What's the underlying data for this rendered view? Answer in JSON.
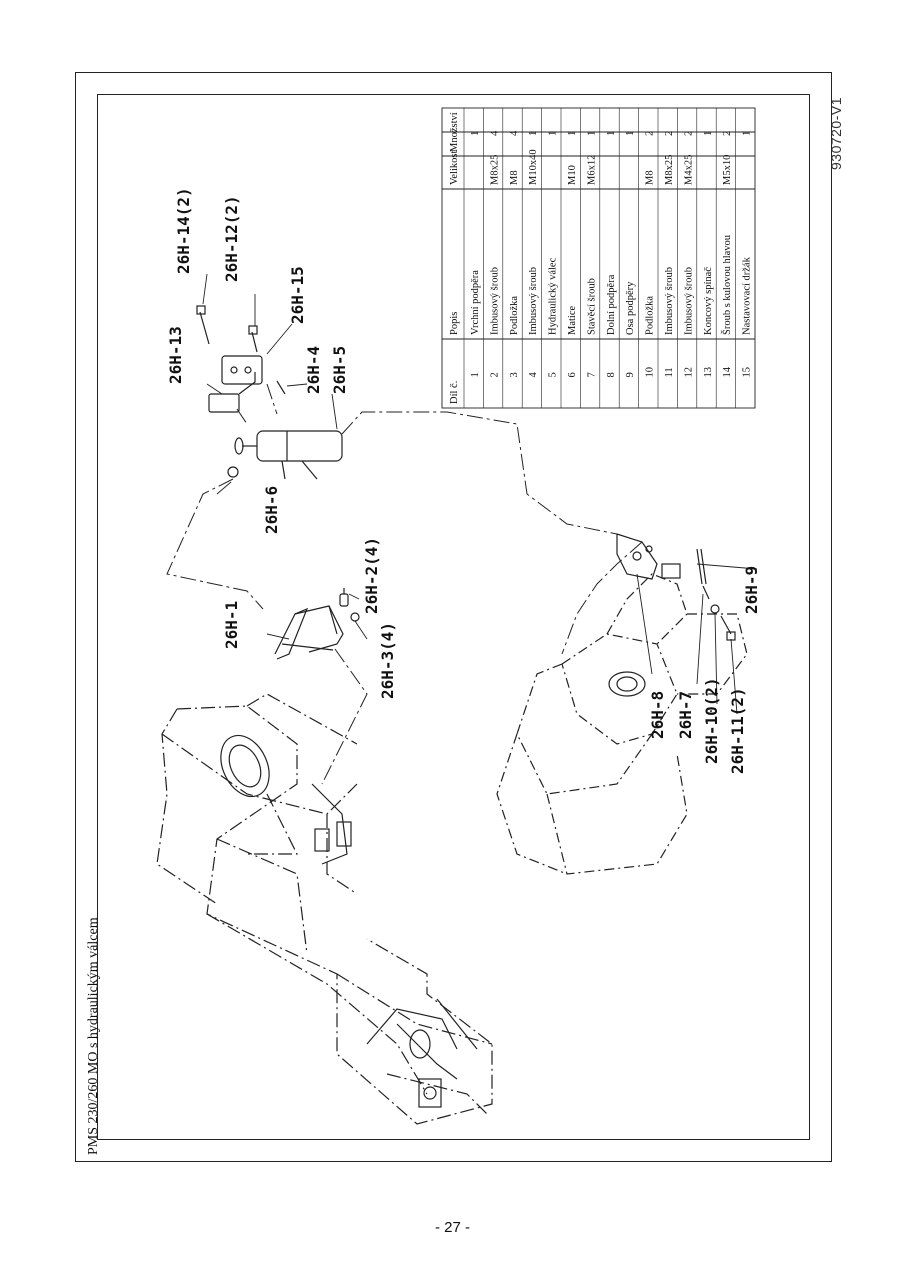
{
  "document": {
    "title": "PMS 230/260 MO s hydraulickým válcem",
    "drawing_code": "930720-V1",
    "page_number": "- 27 -"
  },
  "labels": {
    "l_26H_14": "26H-14(2)",
    "l_26H_12": "26H-12(2)",
    "l_26H_15": "26H-15",
    "l_26H_13": "26H-13",
    "l_26H_4": "26H-4",
    "l_26H_5": "26H-5",
    "l_26H_6": "26H-6",
    "l_26H_2": "26H-2(4)",
    "l_26H_1": "26H-1",
    "l_26H_3": "26H-3(4)",
    "l_26H_9": "26H-9",
    "l_26H_8": "26H-8",
    "l_26H_7": "26H-7",
    "l_26H_10": "26H-10(2)",
    "l_26H_11": "26H-11(2)"
  },
  "parts_table": {
    "headers": {
      "no": "Díl č.",
      "desc": "Popis",
      "size": "Velikost",
      "qty": "Množství"
    },
    "rows": [
      {
        "no": "1",
        "desc": "Vrchní podpěra",
        "size": "",
        "qty": "1"
      },
      {
        "no": "2",
        "desc": "Imbusový šroub",
        "size": "M8x25",
        "qty": "4"
      },
      {
        "no": "3",
        "desc": "Podložka",
        "size": "M8",
        "qty": "4"
      },
      {
        "no": "4",
        "desc": "Imbusový šroub",
        "size": "M10x40",
        "qty": "1"
      },
      {
        "no": "5",
        "desc": "Hydraulický válec",
        "size": "",
        "qty": "1"
      },
      {
        "no": "6",
        "desc": "Matice",
        "size": "M10",
        "qty": "1"
      },
      {
        "no": "7",
        "desc": "Stavěcí šroub",
        "size": "M6x12",
        "qty": "1"
      },
      {
        "no": "8",
        "desc": "Dolní podpěra",
        "size": "",
        "qty": "1"
      },
      {
        "no": "9",
        "desc": "Osa podpěry",
        "size": "",
        "qty": "1"
      },
      {
        "no": "10",
        "desc": "Podložka",
        "size": "M8",
        "qty": "2"
      },
      {
        "no": "11",
        "desc": "Imbusový šroub",
        "size": "M8x25",
        "qty": "2"
      },
      {
        "no": "12",
        "desc": "Imbusový šroub",
        "size": "M4x25",
        "qty": "2"
      },
      {
        "no": "13",
        "desc": "Koncový spínač",
        "size": "",
        "qty": "1"
      },
      {
        "no": "14",
        "desc": "Šroub s kulovou hlavou",
        "size": "M5x10",
        "qty": "2"
      },
      {
        "no": "15",
        "desc": "Nastavovací držák",
        "size": "",
        "qty": "1"
      }
    ]
  }
}
